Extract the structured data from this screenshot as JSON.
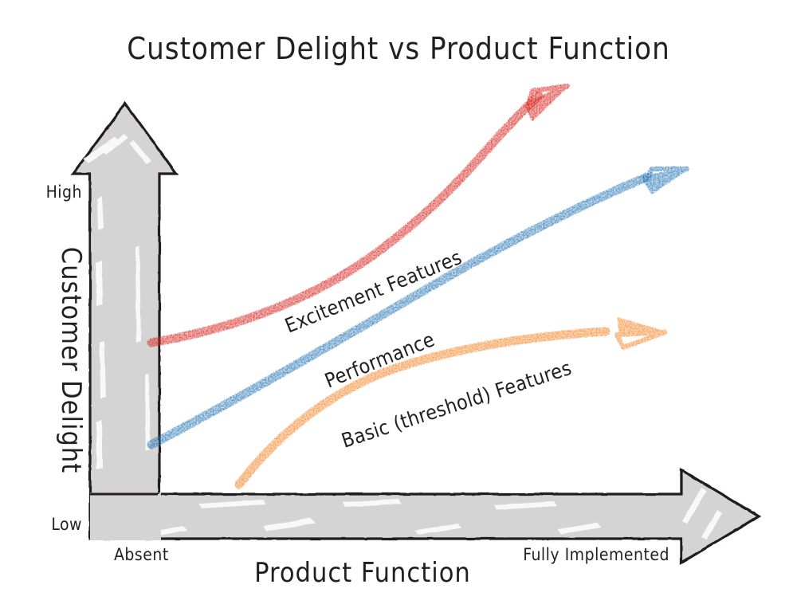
{
  "chart_data": {
    "type": "line",
    "title": "Customer Delight vs Product Function",
    "xlabel": "Product Function",
    "ylabel": "Customer Delight",
    "x_tick_labels": [
      "Absent",
      "Fully Implemented"
    ],
    "y_tick_labels": [
      "Low",
      "High"
    ],
    "xlim": [
      0,
      1
    ],
    "ylim": [
      0,
      1
    ],
    "grid": false,
    "legend": "inline-labels",
    "style": "hand-drawn sketch, Kano model",
    "background_color": "#ffffff",
    "axis_color": "#d0d0d0",
    "axis_outline_color": "#231f20",
    "text_color": "#231f20",
    "series": [
      {
        "name": "Excitement Features",
        "color": "#d8231f",
        "label_rotation_deg": -22,
        "shape": "exponential rising, concave up",
        "arrow_direction": "up-right",
        "points": [
          {
            "x": 0.03,
            "y": 0.43
          },
          {
            "x": 0.2,
            "y": 0.49
          },
          {
            "x": 0.38,
            "y": 0.58
          },
          {
            "x": 0.54,
            "y": 0.7
          },
          {
            "x": 0.68,
            "y": 0.83
          },
          {
            "x": 0.78,
            "y": 0.96
          }
        ]
      },
      {
        "name": "Performance",
        "color": "#1f6fb2",
        "label_rotation_deg": -22,
        "shape": "linear rising",
        "arrow_direction": "up-right",
        "points": [
          {
            "x": 0.03,
            "y": 0.18
          },
          {
            "x": 0.25,
            "y": 0.33
          },
          {
            "x": 0.5,
            "y": 0.5
          },
          {
            "x": 0.75,
            "y": 0.66
          },
          {
            "x": 0.96,
            "y": 0.8
          }
        ]
      },
      {
        "name": "Basic (threshold) Features",
        "color": "#f58220",
        "label_rotation_deg": -18,
        "shape": "logarithmic rising, concave down, saturating",
        "arrow_direction": "right",
        "points": [
          {
            "x": 0.17,
            "y": 0.07
          },
          {
            "x": 0.3,
            "y": 0.22
          },
          {
            "x": 0.46,
            "y": 0.33
          },
          {
            "x": 0.66,
            "y": 0.4
          },
          {
            "x": 0.86,
            "y": 0.44
          }
        ]
      }
    ]
  },
  "title": {
    "text": "Customer Delight vs Product Function"
  },
  "axes": {
    "y": {
      "title": "Customer Delight",
      "low_label": "Low",
      "high_label": "High"
    },
    "x": {
      "title": "Product Function",
      "start_label": "Absent",
      "end_label": "Fully Implemented"
    }
  },
  "curves": {
    "excitement": {
      "label": "Excitement Features",
      "color": "#d8231f"
    },
    "performance": {
      "label": "Performance",
      "color": "#1f6fb2"
    },
    "basic": {
      "label": "Basic (threshold) Features",
      "color": "#f58220"
    }
  }
}
